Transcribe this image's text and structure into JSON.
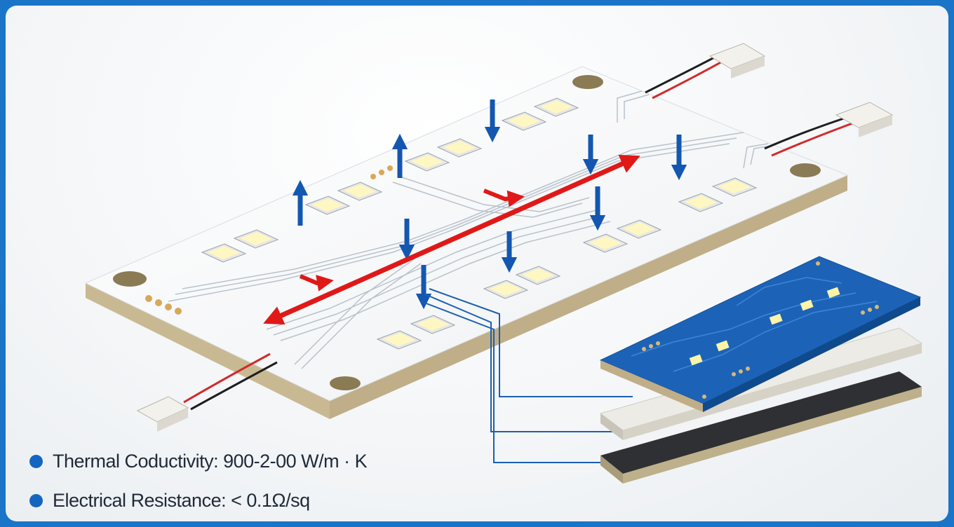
{
  "legend": {
    "items": [
      {
        "text": "Thermal Coductivity: 900-2-00 W/m · K"
      },
      {
        "text": "Electrical Resistance: < 0.1Ω/sq"
      }
    ]
  },
  "colors": {
    "frame_border": "#1a74c8",
    "board_top": "#f6f7f8",
    "board_edge": "#c8b894",
    "pcb_blue": "#1c63b8",
    "arrow_blue": "#1357b0",
    "arrow_red": "#e01818",
    "led": "#fff7c2",
    "trace": "#b8c2cc",
    "thermal_pad": "#ecebe6",
    "metal_base": "#3a3c40",
    "leader_line": "#1b5fb0"
  },
  "icons": {
    "arrows": "heat-flow-arrow",
    "led": "led-chip-icon",
    "connector": "wire-connector-icon"
  }
}
